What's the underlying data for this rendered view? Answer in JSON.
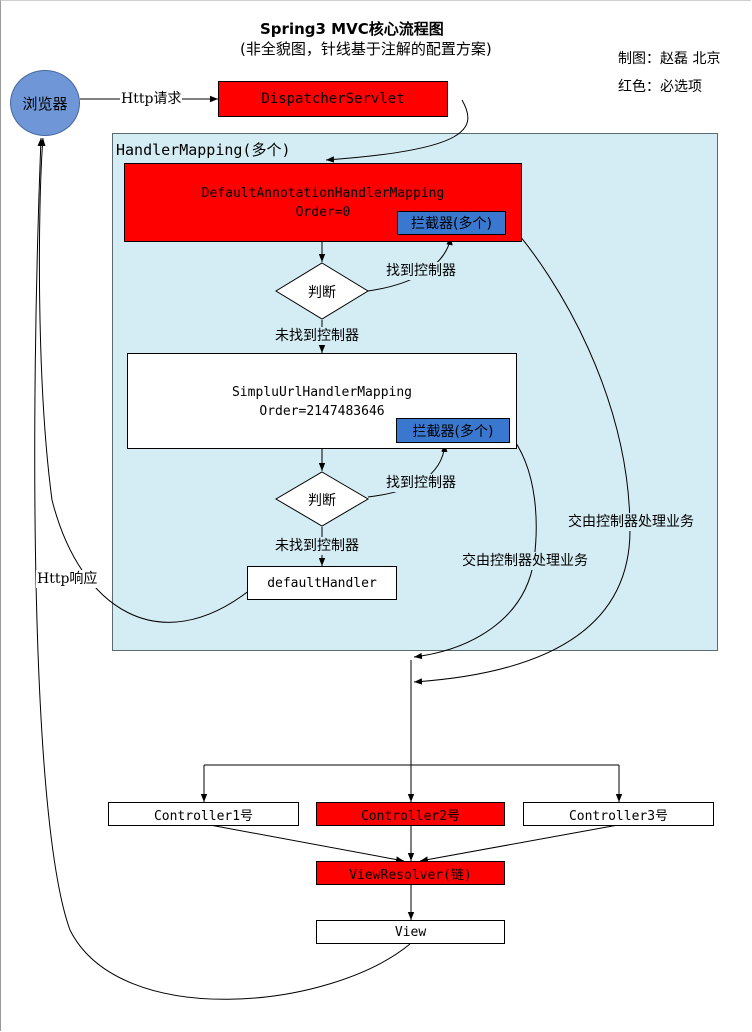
{
  "title": {
    "main": "Spring3 MVC核心流程图",
    "sub": "(非全貌图，针线基于注解的配置方案)"
  },
  "credits": {
    "author": "制图：赵磊 北京",
    "legend": "红色：必选项"
  },
  "colors": {
    "required": "#ff0000",
    "interceptor": "#3a78d0",
    "handler_mapping_bg": "#d4ecf3",
    "browser": "#6f97d8"
  },
  "nodes": {
    "browser": "浏览器",
    "dispatcher_servlet": "DispatcherServlet",
    "handler_mapping": "HandlerMapping(多个)",
    "default_annotation_mapping": {
      "name": "DefaultAnnotationHandlerMapping",
      "order": "Order=0",
      "interceptor": "拦截器(多个)"
    },
    "decision_1": "判断",
    "simple_url_mapping": {
      "name": "SimpluUrlHandlerMapping",
      "order": "Order=2147483646",
      "interceptor": "拦截器(多个)"
    },
    "decision_2": "判断",
    "default_handler": "defaultHandler",
    "controllers": [
      "Controller1号",
      "Controller2号",
      "Controller3号"
    ],
    "view_resolver": "ViewResolver(链)",
    "view": "View"
  },
  "edges": {
    "http_request": "Http请求",
    "http_response": "Http响应",
    "found_controller_1": "找到控制器",
    "not_found_1": "未找到控制器",
    "found_controller_2": "找到控制器",
    "not_found_2": "未找到控制器",
    "delegate_1": "交由控制器处理业务",
    "delegate_2": "交由控制器处理业务"
  }
}
